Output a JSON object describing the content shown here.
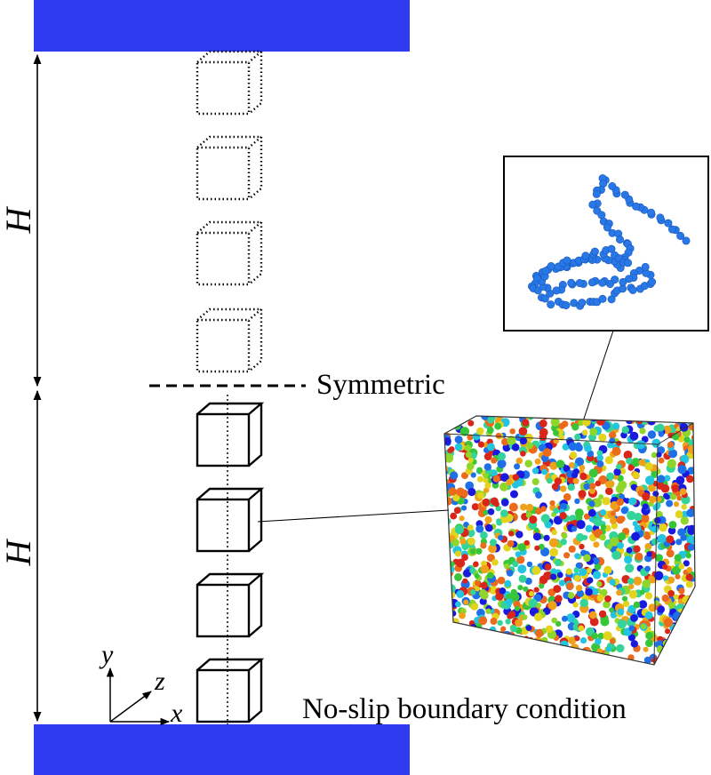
{
  "labels": {
    "height_top": "H",
    "height_bottom": "H",
    "symmetric": "Symmetric",
    "boundary": "No-slip boundary condition",
    "axis_x": "x",
    "axis_y": "y",
    "axis_z": "z"
  },
  "colors": {
    "wall": "#2f3bf0",
    "line": "#000000",
    "polymer_chain": "#2878e8",
    "particle_palette": [
      "#1a1adf",
      "#1e6fe8",
      "#22c4e0",
      "#33d39a",
      "#37c63a",
      "#8ed62a",
      "#e2d41c",
      "#f0a11a",
      "#ec6a1b",
      "#d9261b"
    ]
  },
  "icons": {
    "cube_solid": "solid-cube-icon",
    "cube_dotted": "dotted-cube-icon"
  }
}
